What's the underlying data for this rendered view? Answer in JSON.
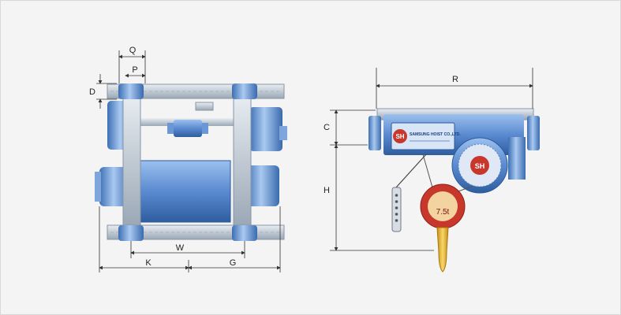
{
  "dimension_labels": {
    "Q": "Q",
    "P": "P",
    "D": "D",
    "W": "W",
    "K": "K",
    "G": "G",
    "R": "R",
    "C": "C",
    "H": "H"
  },
  "brand": {
    "nameplate_text": "SAMSUNG HOIST CO.,LTD.",
    "logo_text": "SH"
  },
  "capacity_label": "7.5t",
  "colors": {
    "background": "#f4f4f4",
    "body_blue": "#4f80c8",
    "body_light": "#8fb4e6",
    "body_dark": "#2c5a9b",
    "steel": "#c9d2dc",
    "hook_yellow": "#e8b528",
    "badge_red": "#c8372c",
    "dimension_line": "#333333"
  }
}
